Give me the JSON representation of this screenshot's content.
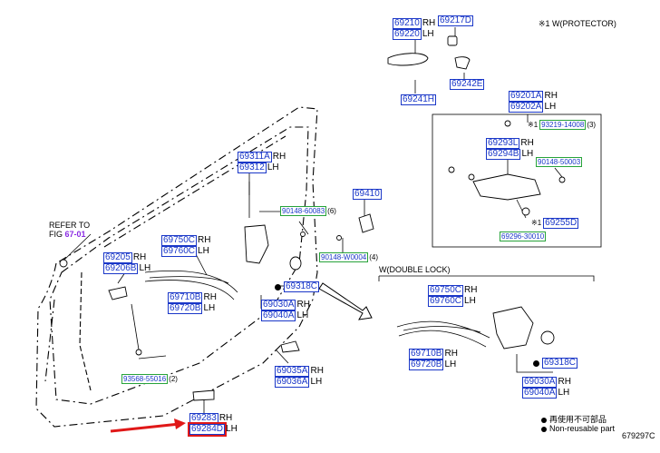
{
  "labels": {
    "p69210": "69210",
    "rh": "RH",
    "lh": "LH",
    "p69220": "69220",
    "p69217": "69217D",
    "p69241": "69241H",
    "p69242": "69242E",
    "p69201": "69201A",
    "p69202": "69202A",
    "p69219": "93219-14008",
    "p69219_qty": "(3)",
    "p69293": "69293L",
    "p69294": "69294B",
    "p90148b": "90148-50003",
    "p69255": "69255D",
    "p69296": "69296-30010",
    "p69311": "69311A",
    "p69312": "69312",
    "p90148a": "90148-60083",
    "p90148a_qty": "(6)",
    "p69410": "69410",
    "p90148c": "90148-W0004",
    "p90148c_qty": "(4)",
    "p69750": "69750C",
    "p69760": "69760C",
    "p69205": "69205",
    "p69206": "69206B",
    "p69710": "69710B",
    "p69720": "69720B",
    "p69318": "69318C",
    "p69030": "69030A",
    "p69040": "69040A",
    "p93568": "93568-55016",
    "p93568_qty": "(2)",
    "p69035": "69035A",
    "p69036": "69036A",
    "p69283": "69283",
    "p69284": "69284D",
    "w2_69750": "69750C",
    "w2_69760": "69760C",
    "w2_69710": "69710B",
    "w2_69720": "69720B",
    "w2_69318": "69318C",
    "w2_69030": "69030A",
    "w2_69040": "69040A"
  },
  "refer_line1": "REFER TO",
  "refer_fig_prefix": "FIG",
  "refer_fig": "67-01",
  "protector_note": "※1  W(PROTECTOR)",
  "double_lock": "W(DOUBLE LOCK)",
  "note_mark": "※1",
  "legend": {
    "jp": "再使用不可部品",
    "en": "Non-reusable part"
  },
  "figure_id": "679297C",
  "colors": {
    "part_box_blue": "#1a37c8",
    "part_box_green": "#27a33a",
    "highlight_red": "#e01818",
    "fig_ref_purple": "#8a2be2"
  }
}
